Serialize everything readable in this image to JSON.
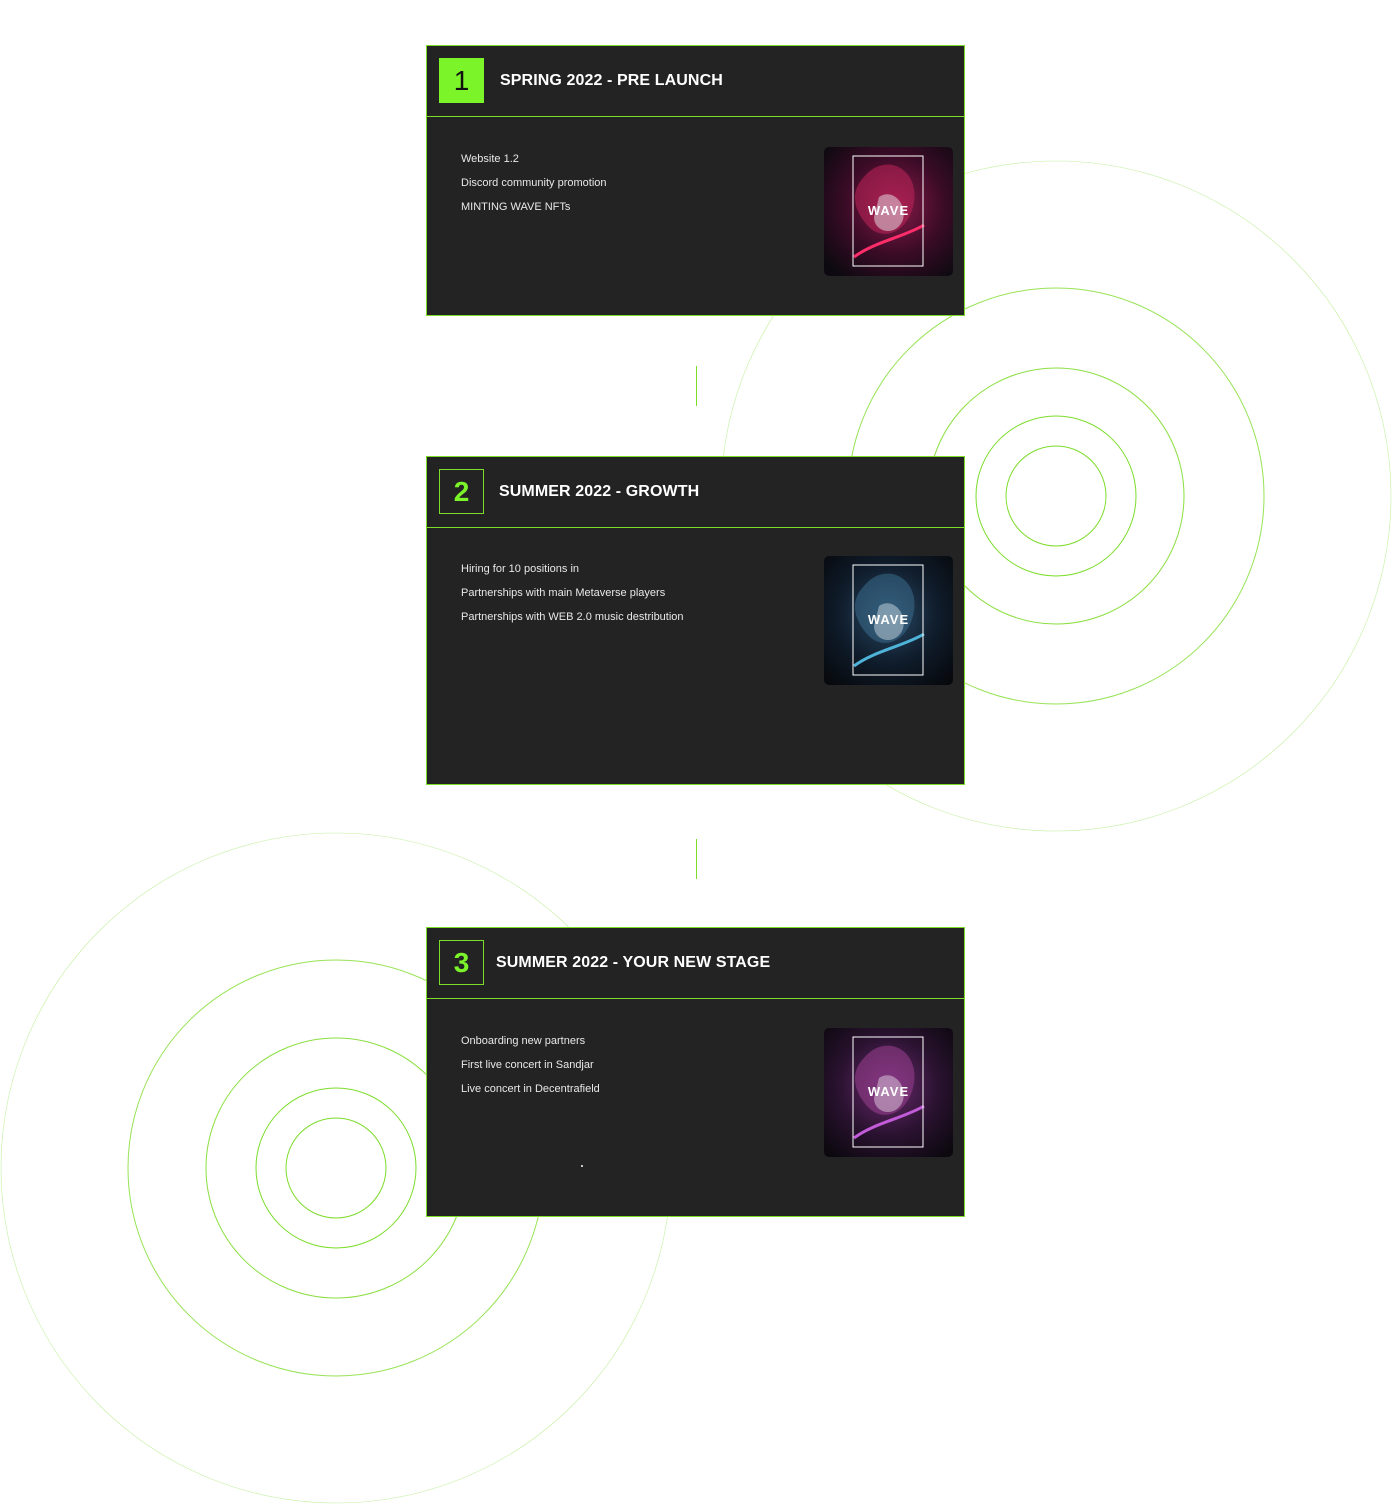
{
  "colors": {
    "accent": "#7cf42a",
    "card_bg": "#232323",
    "page_bg": "#ffffff"
  },
  "roadmap": {
    "stages": [
      {
        "number": "1",
        "title": "SPRING 2022 - PRE LAUNCH",
        "items": [
          "Website 1.2",
          "Discord community promotion",
          "MINTING WAVE NFTs"
        ],
        "art_label": "WAVE",
        "art_theme": "red-magenta"
      },
      {
        "number": "2",
        "title": "SUMMER 2022 - GROWTH",
        "items": [
          "Hiring for 10 positions in",
          "Partnerships with main Metaverse players",
          "Partnerships with WEB 2.0 music destribution"
        ],
        "art_label": "WAVE",
        "art_theme": "blue-cyan"
      },
      {
        "number": "3",
        "title": "SUMMER 2022 - YOUR NEW STAGE",
        "items": [
          "Onboarding new partners",
          "First live concert in Sandjar",
          "Live concert in Decentrafield"
        ],
        "art_label": "WAVE",
        "art_theme": "purple-pink"
      }
    ]
  }
}
